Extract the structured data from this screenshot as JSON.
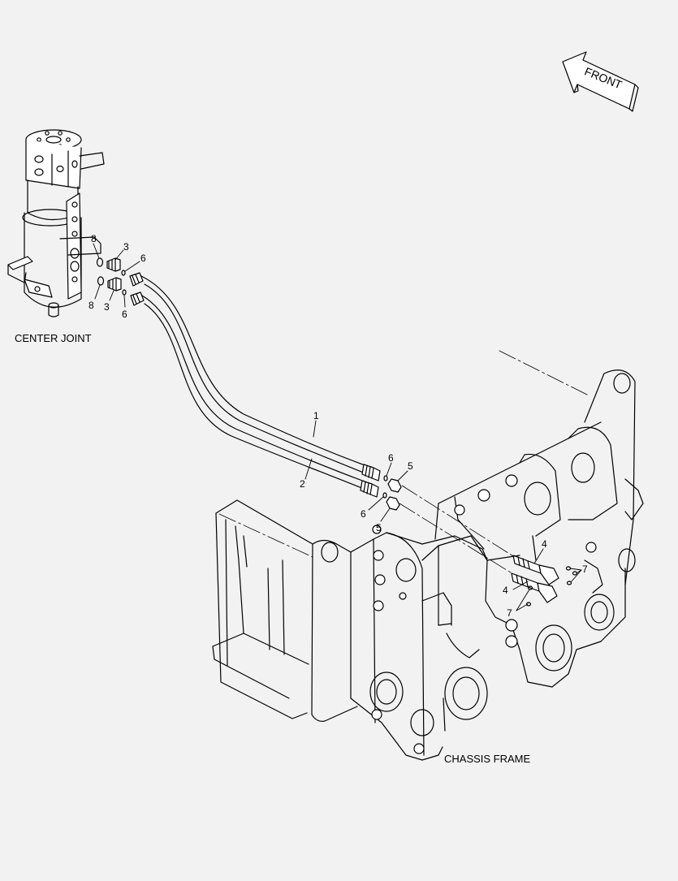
{
  "labels": {
    "center_joint": "CENTER JOINT",
    "chassis_frame": "CHASSIS FRAME",
    "front": "FRONT"
  },
  "callouts": {
    "n1": "1",
    "n2": "2",
    "n3a": "3",
    "n3b": "3",
    "n4a": "4",
    "n4b": "4",
    "n5a": "5",
    "n5b": "5",
    "n6a": "6",
    "n6b": "6",
    "n6c": "6",
    "n6d": "6",
    "n7a": "7",
    "n7b": "7",
    "n8a": "8",
    "n8b": "8"
  },
  "colors": {
    "background": "#f2f2f2",
    "line": "#000000"
  }
}
